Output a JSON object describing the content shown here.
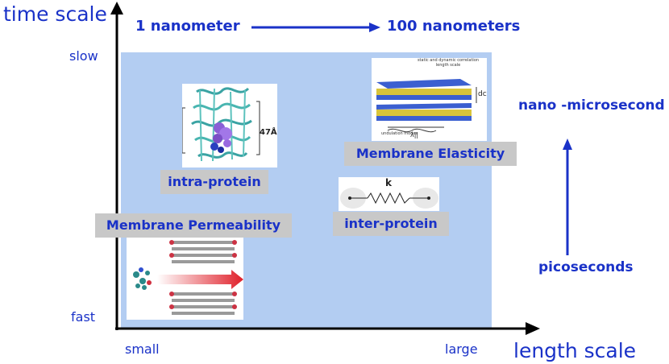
{
  "axes": {
    "y_title": "time scale",
    "y_top": "slow",
    "y_bottom": "fast",
    "x_title": "length scale",
    "x_left": "small",
    "x_right": "large"
  },
  "top_scale": {
    "from": "1 nanometer",
    "to": "100 nanometers"
  },
  "right_scale": {
    "top": "nano -microsecond",
    "bottom": "picoseconds"
  },
  "boxes": {
    "intra_protein": "intra-protein",
    "membrane_elasticity": "Membrane Elasticity",
    "membrane_permeability": "Membrane Permeability",
    "inter_protein": "inter-protein"
  },
  "images": {
    "protein_dimension": "47Å",
    "membrane_title": "static and dynamic correlation length scale",
    "membrane_dc": "dc",
    "membrane_modes": "undulation modes",
    "membrane_lambda": "λ||",
    "spring_k": "k"
  },
  "colors": {
    "text_blue": "#1a32c8",
    "panel_blue": "#b3cdf2",
    "box_gray": "#c8c8c8"
  }
}
